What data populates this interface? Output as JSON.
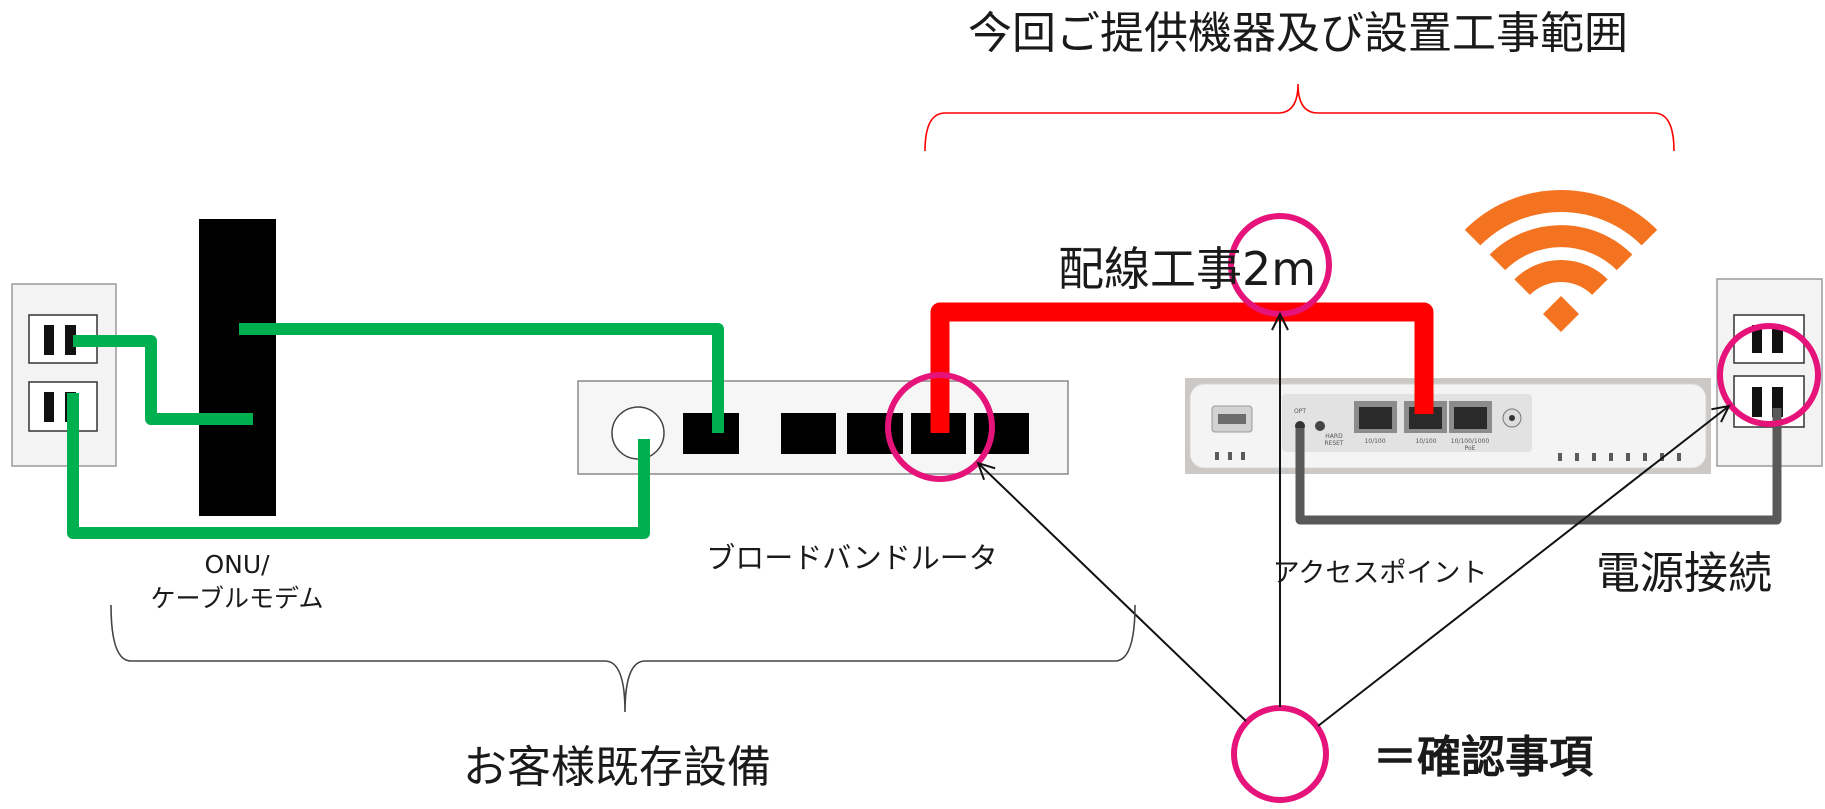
{
  "title": "今回ご提供機器及び設置工事範囲",
  "wiring": {
    "label": "配線工事2m"
  },
  "onu": {
    "label_line1": "ONU/",
    "label_line2": "ケーブルモデム"
  },
  "router": {
    "label": "ブロードバンドルータ"
  },
  "access_point": {
    "label": "アクセスポイント",
    "panel": {
      "opt": "OPT",
      "hard": "HARD",
      "reset": "RESET",
      "port1": "10/100",
      "port2": "10/100",
      "port3": "10/100/1000",
      "port3_sub": "PoE"
    }
  },
  "power": {
    "label": "電源接続"
  },
  "existing_equipment": {
    "label": "お客様既存設備"
  },
  "legend": {
    "label": "＝確認事項"
  },
  "icons": {
    "wifi": "wifi-icon"
  },
  "colors": {
    "provided_cable": "#ff0000",
    "scope_brace": "#ff0000",
    "existing_cable": "#00b050",
    "check_marker": "#e6137a",
    "wifi": "#f47321",
    "power_cable": "#595959"
  }
}
